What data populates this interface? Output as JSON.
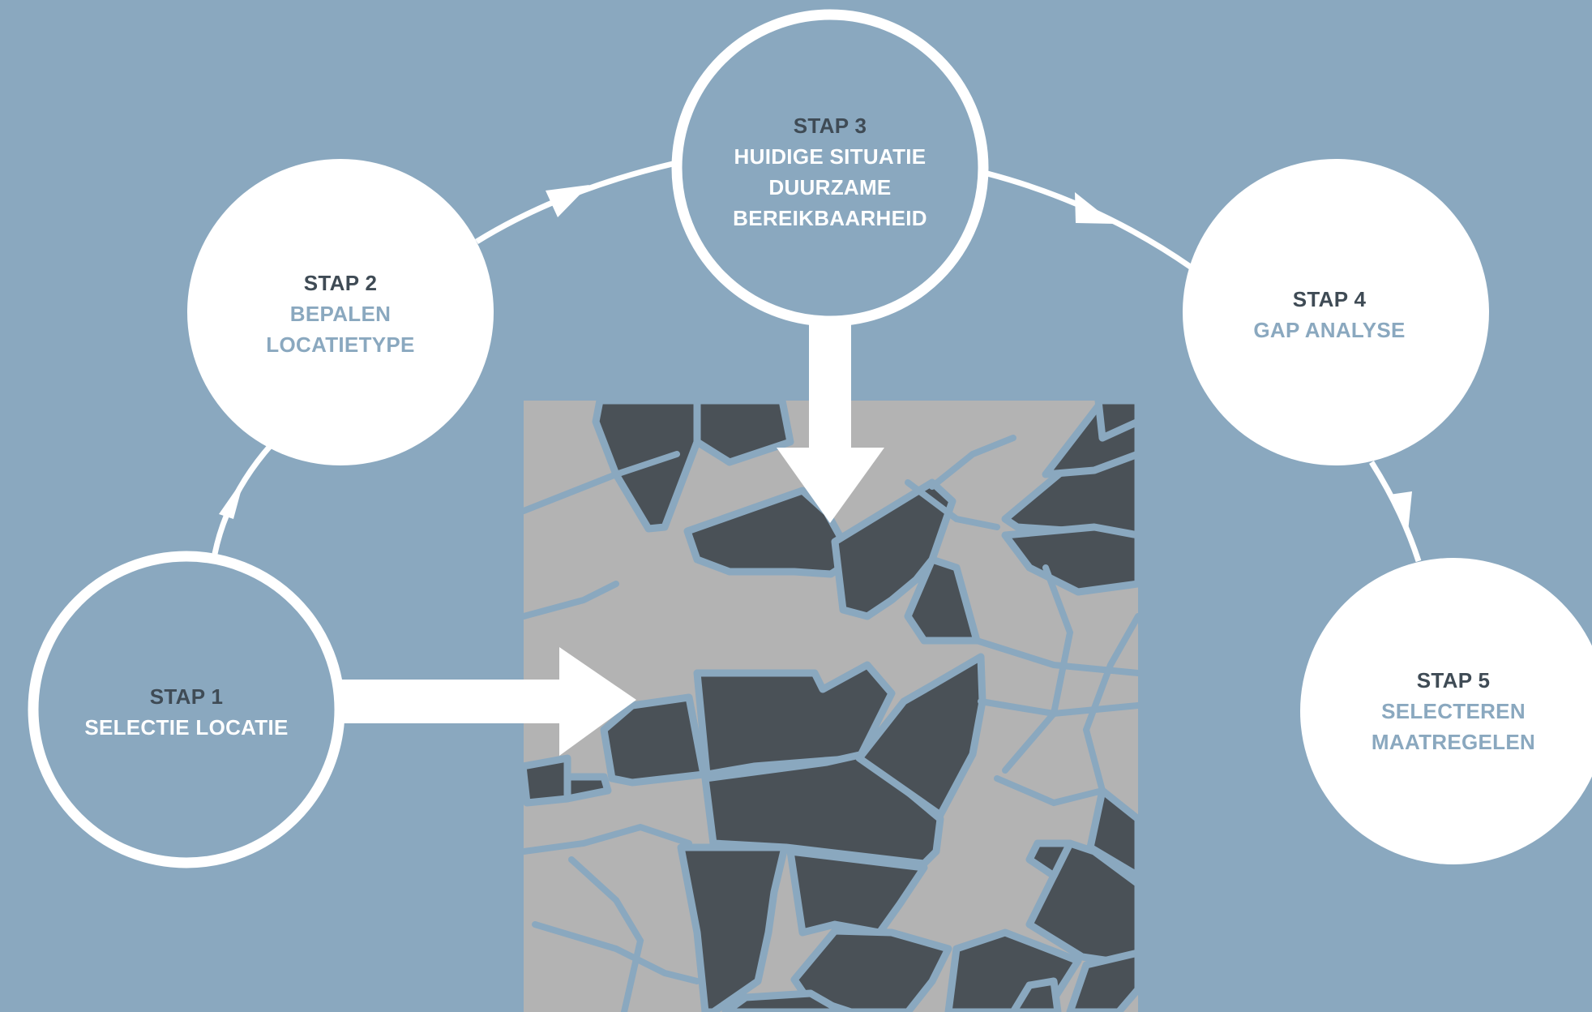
{
  "steps": [
    {
      "id": "stap-1",
      "number": "STAP 1",
      "lines": [
        "SELECTIE LOCATIE"
      ],
      "style": "outline"
    },
    {
      "id": "stap-2",
      "number": "STAP 2",
      "lines": [
        "BEPALEN",
        "LOCATIETYPE"
      ],
      "style": "filled"
    },
    {
      "id": "stap-3",
      "number": "STAP 3",
      "lines": [
        "HUIDIGE SITUATIE",
        "DUURZAME",
        "BEREIKBAARHEID"
      ],
      "style": "outline"
    },
    {
      "id": "stap-4",
      "number": "STAP 4",
      "lines": [
        "GAP ANALYSE"
      ],
      "style": "filled"
    },
    {
      "id": "stap-5",
      "number": "STAP 5",
      "lines": [
        "SELECTEREN",
        "MAATREGELEN"
      ],
      "style": "filled"
    }
  ],
  "colors": {
    "background": "#8aa8bf",
    "white": "#ffffff",
    "dark_text": "#3f4b55",
    "map_blocks": "#4a5157",
    "map_land": "#b3b3b3",
    "map_roads": "#8aa8bf"
  },
  "icons": {
    "map": "city-map-icon"
  }
}
